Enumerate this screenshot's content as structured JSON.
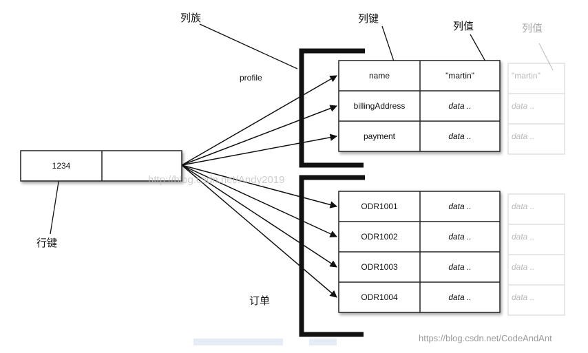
{
  "labels": {
    "column_family": "列族",
    "column_key": "列键",
    "column_value": "列值",
    "column_value_ghost": "列值",
    "row_key": "行键",
    "profile": "profile",
    "orders": "订单"
  },
  "row": {
    "key_value": "1234"
  },
  "profile_rows": [
    {
      "key": "name",
      "value": "\"martin\"",
      "ghost": "\"martin\""
    },
    {
      "key": "billingAddress",
      "value": "data ..",
      "ghost": "data .."
    },
    {
      "key": "payment",
      "value": "data ..",
      "ghost": "data .."
    }
  ],
  "order_rows": [
    {
      "key": "ODR1001",
      "value": "data ..",
      "ghost": "data .."
    },
    {
      "key": "ODR1002",
      "value": "data ..",
      "ghost": "data .."
    },
    {
      "key": "ODR1003",
      "value": "data ..",
      "ghost": "data .."
    },
    {
      "key": "ODR1004",
      "value": "data ..",
      "ghost": "data .."
    }
  ],
  "watermarks": {
    "center": "http://blog.csdn.net/Andy2019",
    "corner": "https://blog.csdn.net/CodeAndAnt"
  }
}
